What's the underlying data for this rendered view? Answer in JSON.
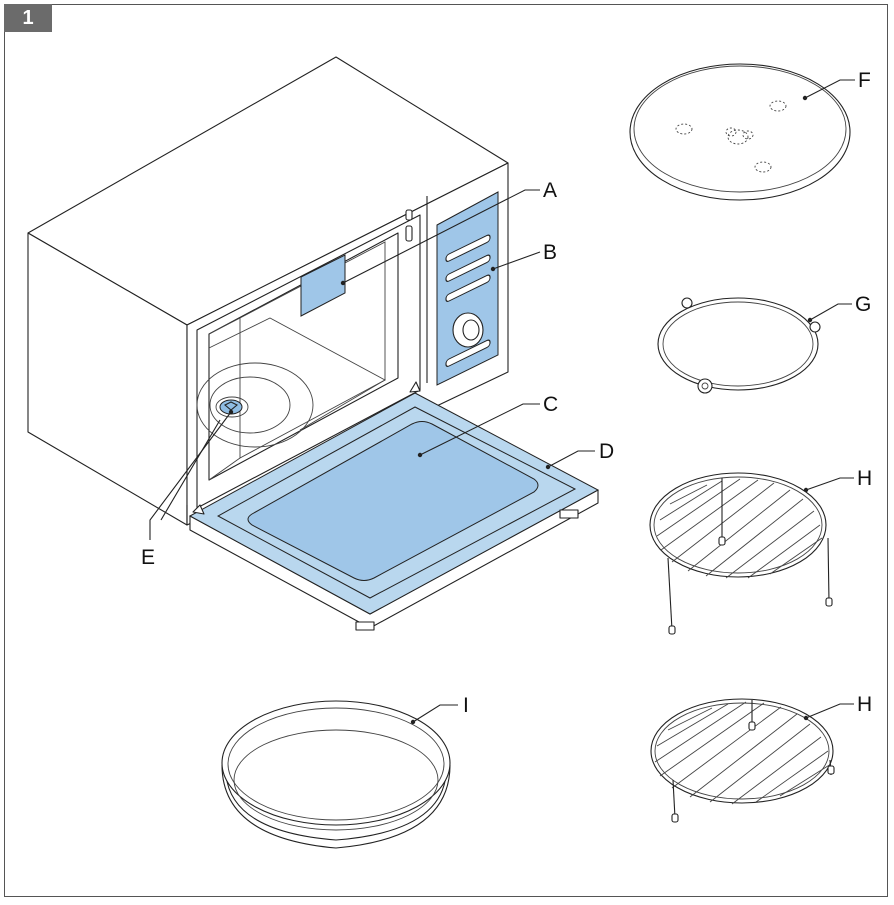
{
  "figure": {
    "number": "1"
  },
  "labels": {
    "a": "A",
    "b": "B",
    "c": "C",
    "d": "D",
    "e": "E",
    "f": "F",
    "g": "G",
    "h1": "H",
    "h2": "H",
    "i": "I"
  },
  "colors": {
    "highlight": "#9fc6e8",
    "badge": "#6b6b6b"
  }
}
